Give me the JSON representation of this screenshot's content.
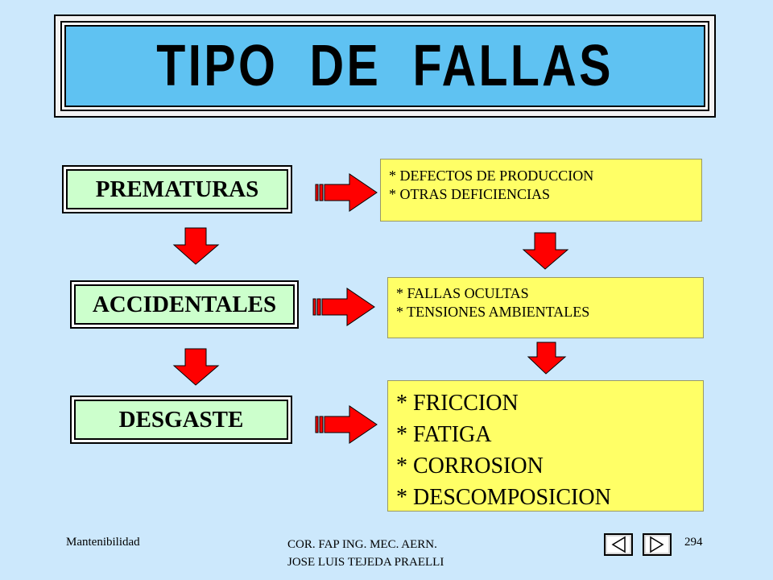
{
  "title": "TIPO  DE  FALLAS",
  "categories": {
    "prematuras": "PREMATURAS",
    "accidentales": "ACCIDENTALES",
    "desgaste": "DESGASTE"
  },
  "details": {
    "prematuras": [
      "* DEFECTOS DE PRODUCCION",
      "* OTRAS DEFICIENCIAS"
    ],
    "accidentales": [
      "* FALLAS OCULTAS",
      "* TENSIONES AMBIENTALES"
    ],
    "desgaste": [
      "* FRICCION",
      "* FATIGA",
      "* CORROSION",
      "* DESCOMPOSICION"
    ]
  },
  "footer": {
    "left": "Mantenibilidad",
    "center_line1": "COR. FAP  ING.  MEC.  AERN.",
    "center_line2": "JOSE  LUIS TEJEDA PRAELLI",
    "page_number": "294"
  },
  "icons": {
    "prev": "previous-slide-icon",
    "next": "next-slide-icon",
    "arrow_right": "arrow-right-icon",
    "arrow_down": "arrow-down-icon"
  },
  "colors": {
    "background": "#cce8fc",
    "title_fill": "#5fc2f2",
    "category_fill": "#ccffcc",
    "detail_fill": "#ffff66",
    "arrow": "#ff0000"
  }
}
